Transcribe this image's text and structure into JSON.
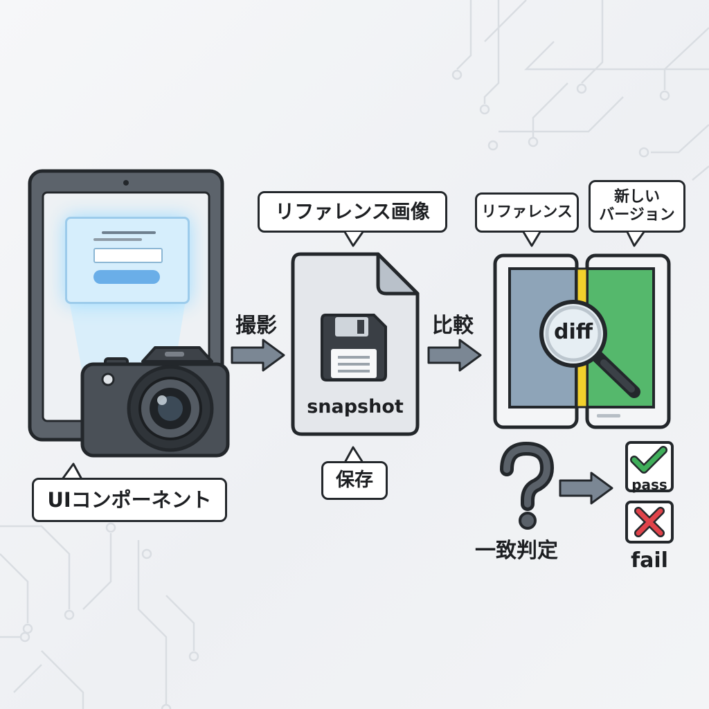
{
  "labels": {
    "ui_component": "UIコンポーネント",
    "capture": "撮影",
    "reference_image": "リファレンス画像",
    "snapshot": "snapshot",
    "save": "保存",
    "compare": "比較",
    "reference": "リファレンス",
    "new_version": "新しい\nバージョン",
    "diff": "diff",
    "match_judgement": "一致判定",
    "pass": "pass",
    "fail": "fail"
  },
  "colors": {
    "outline": "#23272b",
    "arrow": "#7b8794",
    "panel_ref": "#8ea4b8",
    "panel_new": "#55b86c",
    "diff_line": "#f2d12c",
    "check": "#3fae5a",
    "cross": "#e0434a",
    "screen_glow": "#bfe6ff",
    "button_blue": "#6aaee8"
  },
  "icons": [
    "tablet-icon",
    "camera-icon",
    "document-icon",
    "floppy-disk-icon",
    "magnifier-icon",
    "question-mark-icon",
    "check-icon",
    "cross-icon",
    "circuit-decoration"
  ]
}
